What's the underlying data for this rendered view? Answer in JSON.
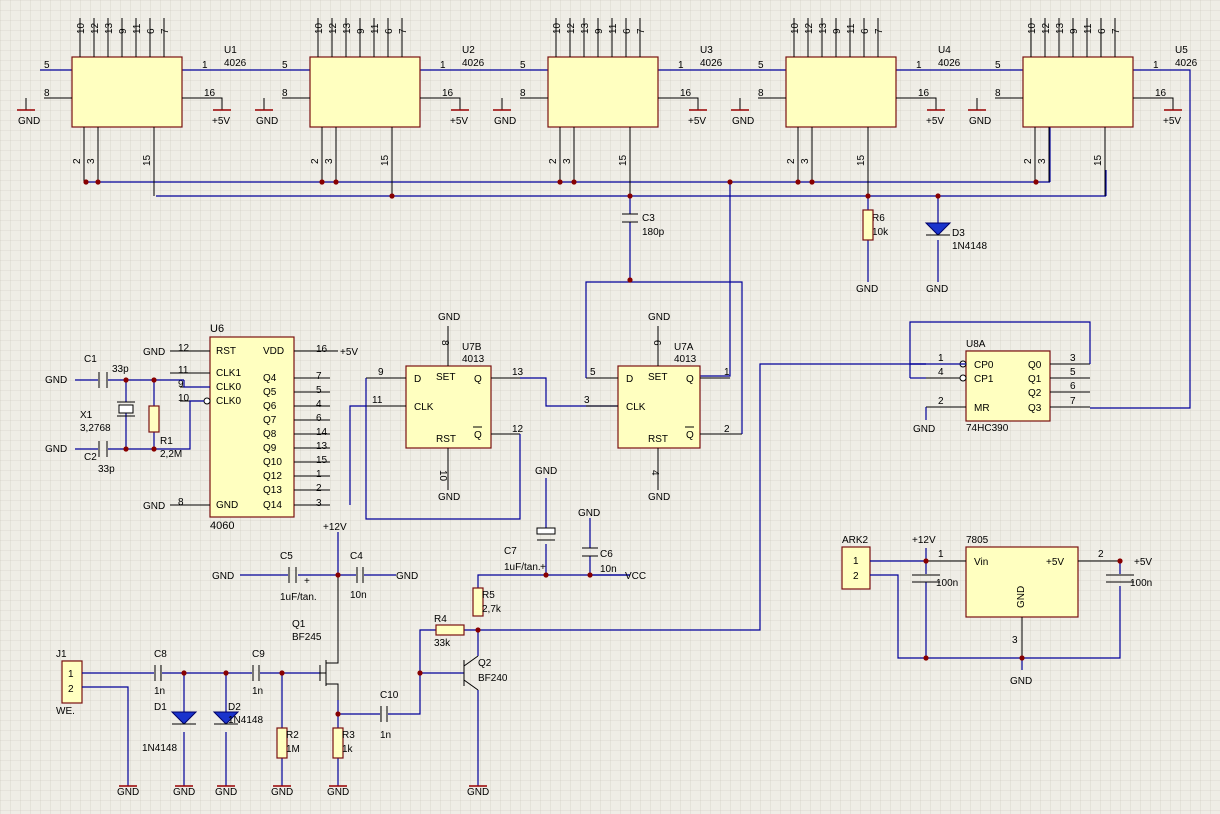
{
  "title": "",
  "counters": [
    {
      "ref": "U1",
      "type": "4026"
    },
    {
      "ref": "U2",
      "type": "4026"
    },
    {
      "ref": "U3",
      "type": "4026"
    },
    {
      "ref": "U4",
      "type": "4026"
    },
    {
      "ref": "U5",
      "type": "4026"
    }
  ],
  "counter_top_pins": [
    "10",
    "12",
    "13",
    "9",
    "11",
    "6",
    "7"
  ],
  "counter_side_pins": {
    "p5": "5",
    "p8": "8",
    "p1": "1",
    "p16": "16",
    "p2": "2",
    "p3": "3",
    "p15": "15"
  },
  "power_labels": {
    "gnd": "GND",
    "p5v": "+5V",
    "p12v": "+12V",
    "vcc": "VCC"
  },
  "u6": {
    "ref": "U6",
    "type": "4060",
    "left_pins": [
      [
        "12",
        "RST"
      ],
      [
        "11",
        "CLK1"
      ],
      [
        "9",
        "CLK0"
      ],
      [
        "10",
        "CLK0"
      ],
      [
        "8",
        "GND"
      ]
    ],
    "right_pins": [
      [
        "16",
        "VDD"
      ],
      [
        "7",
        "Q4"
      ],
      [
        "5",
        "Q5"
      ],
      [
        "4",
        "Q6"
      ],
      [
        "6",
        "Q7"
      ],
      [
        "14",
        "Q8"
      ],
      [
        "13",
        "Q9"
      ],
      [
        "15",
        "Q10"
      ],
      [
        "1",
        "Q12"
      ],
      [
        "2",
        "Q13"
      ],
      [
        "3",
        "Q14"
      ]
    ]
  },
  "u7b": {
    "ref": "U7B",
    "type": "4013",
    "d": "D",
    "set": "SET",
    "q": "Q",
    "clk": "CLK",
    "rst": "RST",
    "qn": "Q",
    "pin_d": "9",
    "pin_clk": "11",
    "pin_q": "13",
    "pin_qn": "12",
    "pin_set": "8",
    "pin_rst": "10"
  },
  "u7a": {
    "ref": "U7A",
    "type": "4013",
    "d": "D",
    "set": "SET",
    "q": "Q",
    "clk": "CLK",
    "rst": "RST",
    "qn": "Q",
    "pin_d": "5",
    "pin_clk": "3",
    "pin_q": "1",
    "pin_qn": "2",
    "pin_set": "6",
    "pin_rst": "4"
  },
  "u8a": {
    "ref": "U8A",
    "type": "74HC390",
    "in": [
      [
        "1",
        "CP0"
      ],
      [
        "4",
        "CP1"
      ],
      [
        "2",
        "MR"
      ]
    ],
    "out": [
      [
        "3",
        "Q0"
      ],
      [
        "5",
        "Q1"
      ],
      [
        "6",
        "Q2"
      ],
      [
        "7",
        "Q3"
      ]
    ]
  },
  "reg": {
    "ref": "7805",
    "vin": "Vin",
    "vout": "+5V",
    "gnd": "GND",
    "pin_in": "1",
    "pin_out": "2",
    "pin_gnd": "3"
  },
  "ark2": {
    "ref": "ARK2",
    "p1": "1",
    "p2": "2"
  },
  "j1": {
    "ref": "J1",
    "p1": "1",
    "p2": "2",
    "label": "WE."
  },
  "components": {
    "c1": [
      "C1",
      "33p"
    ],
    "c2": [
      "C2",
      "33p"
    ],
    "x1": [
      "X1",
      "3,2768"
    ],
    "r1": [
      "R1",
      "2,2M"
    ],
    "c3": [
      "C3",
      "180p"
    ],
    "r6": [
      "R6",
      "10k"
    ],
    "d3": [
      "D3",
      "1N4148"
    ],
    "c4": [
      "C4",
      "10n"
    ],
    "c5": [
      "C5",
      "1uF/tan."
    ],
    "c6": [
      "C6",
      "10n"
    ],
    "c7": [
      "C7",
      "1uF/tan."
    ],
    "c8": [
      "C8",
      "1n"
    ],
    "c9": [
      "C9",
      "1n"
    ],
    "c10": [
      "C10",
      "1n"
    ],
    "d1": [
      "D1",
      "1N4148"
    ],
    "d2": [
      "D2",
      "1N4148"
    ],
    "r2": [
      "R2",
      "1M"
    ],
    "r3": [
      "R3",
      "1k"
    ],
    "r4": [
      "R4",
      "33k"
    ],
    "r5": [
      "R5",
      "2,7k"
    ],
    "q1": [
      "Q1",
      "BF245"
    ],
    "q2": [
      "Q2",
      "BF240"
    ],
    "c100a": "100n",
    "c100b": "100n"
  },
  "pin_numbers": {
    "one": "1",
    "two": "2"
  },
  "plus_sign": "+"
}
